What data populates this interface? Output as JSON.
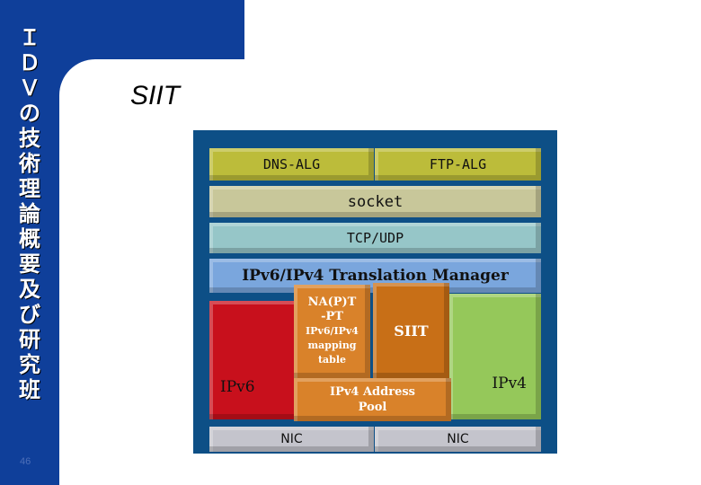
{
  "sidebar": {
    "vertical_title": "ＩＤＶの技術理論概要及び研究班",
    "page_number": "46"
  },
  "slide": {
    "title": "SIIT"
  },
  "diagram": {
    "dns_alg": "DNS-ALG",
    "ftp_alg": "FTP-ALG",
    "socket": "socket",
    "tcp_udp": "TCP/UDP",
    "translation_manager": "IPv6/IPv4 Translation Manager",
    "ipv6": "IPv6",
    "ipv4": "IPv4",
    "napt_line1": "NA(P)T",
    "napt_line2": "-PT",
    "napt_line3": "IPv6/IPv4",
    "napt_line4": "mapping",
    "napt_line5": "table",
    "siit": "SIIT",
    "pool_line1": "IPv4 Address",
    "pool_line2": "Pool",
    "nic_left": "NIC",
    "nic_right": "NIC",
    "colors": {
      "frame": "#0d4f86",
      "alg": "#bcbc3a",
      "socket": "#c8c79a",
      "transport": "#96c6c8",
      "manager": "#7aa6dd",
      "ipv6": "#c8101c",
      "ipv4": "#95c85a",
      "translator": "#d9822a",
      "nic": "#c4c4cc",
      "rail": "#0f3f9a"
    }
  }
}
